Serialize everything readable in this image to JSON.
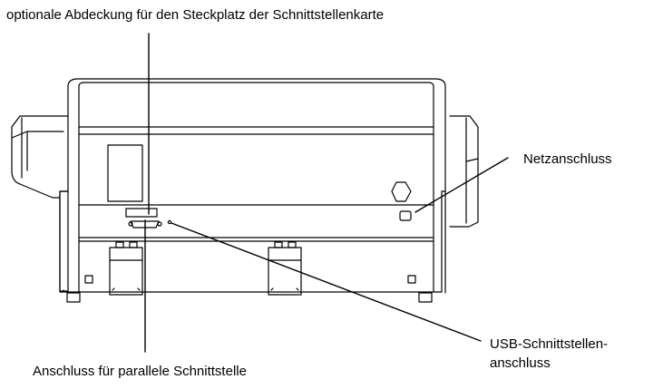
{
  "labels": {
    "top_cover": "optionale Abdeckung für den Steckplatz der Schnittstellenkarte",
    "power": "Netzanschluss",
    "usb_line1": "USB-Schnittstellen-",
    "usb_line2": "anschluss",
    "parallel": "Anschluss für parallele Schnittstelle"
  },
  "colors": {
    "line": "#000000",
    "fill": "#ffffff",
    "background": "#ffffff"
  }
}
